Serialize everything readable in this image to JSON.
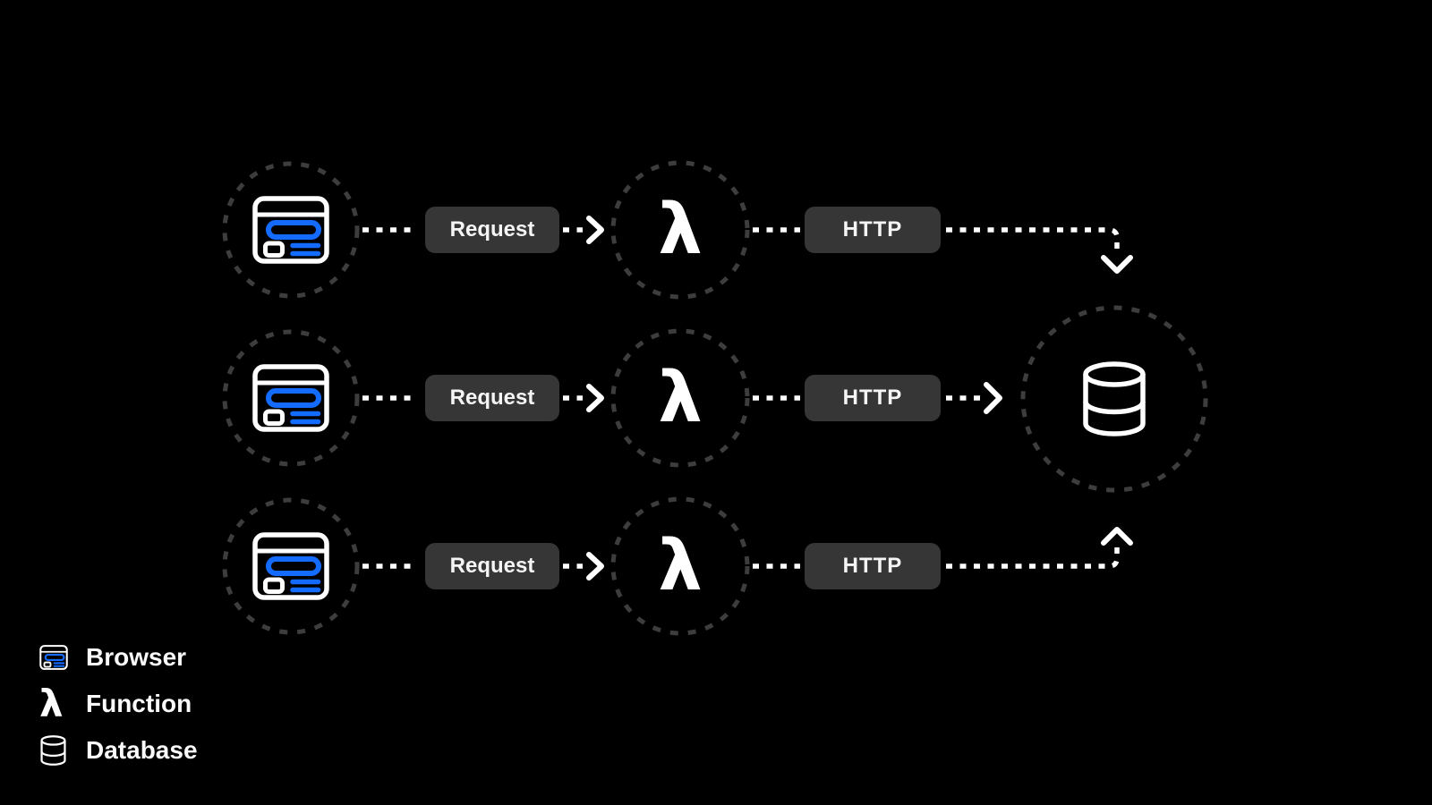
{
  "diagram": {
    "lambda_symbol": "λ",
    "rows": [
      {
        "source": "browser",
        "edge1_label": "Request",
        "middle": "function",
        "edge2_label": "HTTP",
        "target": "database"
      },
      {
        "source": "browser",
        "edge1_label": "Request",
        "middle": "function",
        "edge2_label": "HTTP",
        "target": "database"
      },
      {
        "source": "browser",
        "edge1_label": "Request",
        "middle": "function",
        "edge2_label": "HTTP",
        "target": "database"
      }
    ]
  },
  "legend": {
    "items": [
      {
        "icon": "browser-icon",
        "label": "Browser"
      },
      {
        "icon": "lambda-icon",
        "label": "Function"
      },
      {
        "icon": "database-icon",
        "label": "Database"
      }
    ]
  },
  "colors": {
    "background": "#000000",
    "accent_blue": "#146bff",
    "pill_background": "#363636",
    "pill_text": "#f5f5f5",
    "dashed_circle": "#3d3d3d",
    "connector": "#ffffff"
  }
}
